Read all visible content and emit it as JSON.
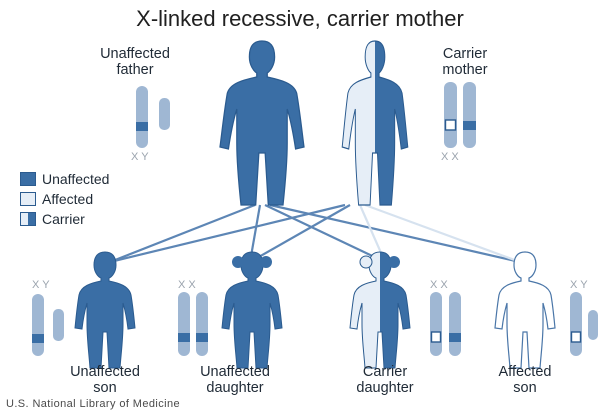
{
  "title": "X-linked recessive, carrier mother",
  "parents": {
    "father": {
      "label_line1": "Unaffected",
      "label_line2": "father",
      "chromosomes": "X Y"
    },
    "mother": {
      "label_line1": "Carrier",
      "label_line2": "mother",
      "chromosomes": "X X"
    }
  },
  "legend": {
    "items": [
      {
        "label": "Unaffected"
      },
      {
        "label": "Affected"
      },
      {
        "label": "Carrier"
      }
    ]
  },
  "children": [
    {
      "label_line1": "Unaffected",
      "label_line2": "son",
      "chromosomes": "X Y"
    },
    {
      "label_line1": "Unaffected",
      "label_line2": "daughter",
      "chromosomes": "X X"
    },
    {
      "label_line1": "Carrier",
      "label_line2": "daughter",
      "chromosomes": "X X"
    },
    {
      "label_line1": "Affected",
      "label_line2": "son",
      "chromosomes": "X Y"
    }
  ],
  "credit": "U.S. National Library of Medicine",
  "colors": {
    "unaffected": "#3a6ea5",
    "affected": "#e6eef7",
    "outline": "#2b5b8f",
    "chromosome": "#9fb7d3",
    "band": "#3a6ea5"
  }
}
